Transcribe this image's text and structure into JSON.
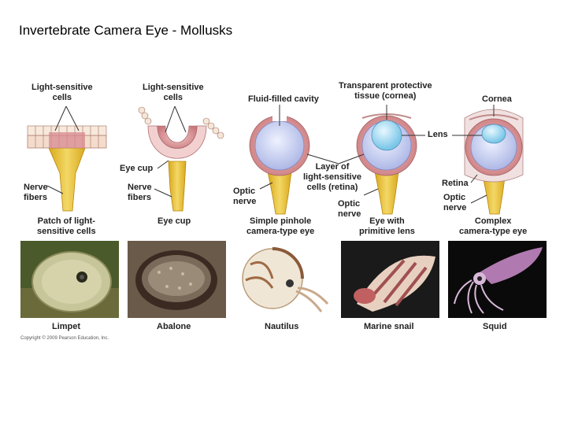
{
  "title": "Invertebrate Camera Eye - Mollusks",
  "labels": {
    "light_sensitive_cells_1": "Light-sensitive\ncells",
    "light_sensitive_cells_2": "Light-sensitive\ncells",
    "fluid_filled_cavity": "Fluid-filled cavity",
    "transparent_tissue": "Transparent protective\ntissue (cornea)",
    "cornea": "Cornea",
    "lens": "Lens",
    "eye_cup_label": "Eye cup",
    "layer_retina": "Layer of\nlight-sensitive\ncells (retina)",
    "retina": "Retina",
    "nerve_fibers_1": "Nerve\nfibers",
    "nerve_fibers_2": "Nerve\nfibers",
    "optic_nerve_1": "Optic\nnerve",
    "optic_nerve_2": "Optic\nnerve",
    "optic_nerve_3": "Optic\nnerve"
  },
  "captions": {
    "patch": "Patch of light-\nsensitive cells",
    "eye_cup": "Eye cup",
    "pinhole": "Simple pinhole\ncamera-type eye",
    "primitive_lens": "Eye with\nprimitive lens",
    "complex": "Complex\ncamera-type eye"
  },
  "animals": [
    "Limpet",
    "Abalone",
    "Nautilus",
    "Marine snail",
    "Squid"
  ],
  "copyright": "Copyright © 2009 Pearson Education, Inc."
}
